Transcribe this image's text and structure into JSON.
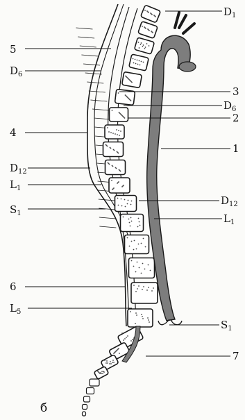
{
  "labels_left": [
    {
      "id": "5",
      "text": "5",
      "sub": ""
    },
    {
      "id": "D6L",
      "text": "D",
      "sub": "6"
    },
    {
      "id": "4",
      "text": "4",
      "sub": ""
    },
    {
      "id": "D12L",
      "text": "D",
      "sub": "12"
    },
    {
      "id": "L1L",
      "text": "L",
      "sub": "1"
    },
    {
      "id": "S1L",
      "text": "S",
      "sub": "1"
    },
    {
      "id": "6",
      "text": "6",
      "sub": ""
    },
    {
      "id": "L5",
      "text": "L",
      "sub": "5"
    }
  ],
  "labels_right": [
    {
      "id": "D1",
      "text": "D",
      "sub": "1"
    },
    {
      "id": "3",
      "text": "3",
      "sub": ""
    },
    {
      "id": "D6R",
      "text": "D",
      "sub": "6"
    },
    {
      "id": "2",
      "text": "2",
      "sub": ""
    },
    {
      "id": "1",
      "text": "1",
      "sub": ""
    },
    {
      "id": "D12R",
      "text": "D",
      "sub": "12"
    },
    {
      "id": "L1R",
      "text": "L",
      "sub": "1"
    },
    {
      "id": "S1R",
      "text": "S",
      "sub": "1"
    },
    {
      "id": "7",
      "text": "7",
      "sub": ""
    }
  ],
  "caption": "б",
  "colors": {
    "aorta": "#7d7d7d",
    "outline": "#1a1a1a",
    "bone": "#ffffff",
    "speckle": "#444444"
  }
}
